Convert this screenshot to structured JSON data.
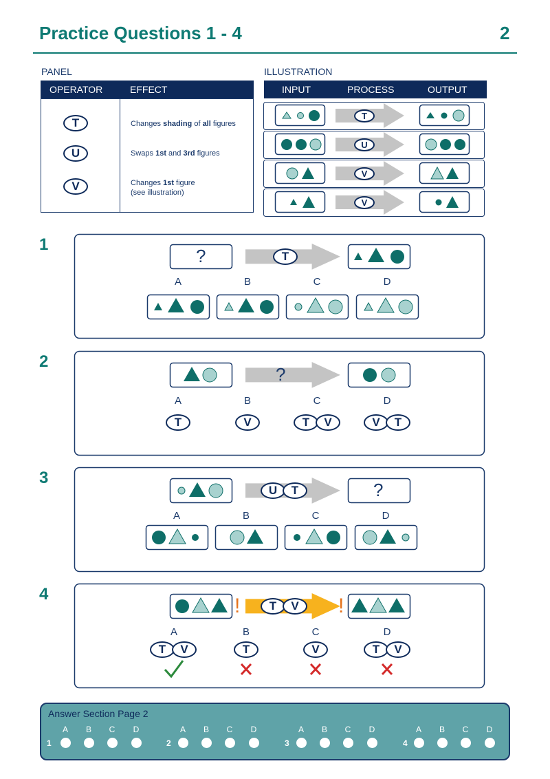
{
  "header": {
    "title": "Practice Questions 1 - 4",
    "page": "2"
  },
  "panel": {
    "label": "PANEL",
    "col_operator": "OPERATOR",
    "col_effect": "EFFECT",
    "rows": [
      {
        "op": "T",
        "effect_parts": [
          "Changes ",
          "shading",
          " of ",
          "all",
          " figures"
        ]
      },
      {
        "op": "U",
        "effect_parts": [
          "Swaps ",
          "1st",
          " and ",
          "3rd",
          " figures"
        ]
      },
      {
        "op": "V",
        "effect_parts": [
          "Changes ",
          "1st",
          " figure"
        ],
        "effect_note": "(see illustration)"
      }
    ]
  },
  "illustration": {
    "label": "ILLUSTRATION",
    "col_input": "INPUT",
    "col_process": "PROCESS",
    "col_output": "OUTPUT",
    "rows": [
      {
        "op": "T",
        "input": "small light triangle, small light circle, large dark circle",
        "output": "small dark triangle, small dark circle, large light circle"
      },
      {
        "op": "U",
        "input": "dark circle, dark circle, light circle",
        "output": "light circle, dark circle, dark circle"
      },
      {
        "op": "V",
        "input": "light circle, dark triangle",
        "output": "light triangle, dark triangle"
      },
      {
        "op": "V",
        "input": "small dark triangle, dark triangle",
        "output": "small dark circle, dark triangle"
      }
    ]
  },
  "questions": [
    {
      "number": "1",
      "input_text": "?",
      "process_ops": [
        "T"
      ],
      "output_text": "",
      "options": [
        "A",
        "B",
        "C",
        "D"
      ]
    },
    {
      "number": "2",
      "input_text": "",
      "process_text": "?",
      "output_text": "",
      "options": [
        "A",
        "B",
        "C",
        "D"
      ],
      "op_options": [
        [
          "T"
        ],
        [
          "V"
        ],
        [
          "T",
          "V"
        ],
        [
          "V",
          "T"
        ]
      ]
    },
    {
      "number": "3",
      "input_text": "",
      "process_ops": [
        "U",
        "T"
      ],
      "output_text": "?",
      "options": [
        "A",
        "B",
        "C",
        "D"
      ]
    },
    {
      "number": "4",
      "process_ops": [
        "T",
        "V"
      ],
      "warning": "!",
      "options": [
        "A",
        "B",
        "C",
        "D"
      ],
      "op_options": [
        [
          "T",
          "V"
        ],
        [
          "T"
        ],
        [
          "V"
        ],
        [
          "T",
          "V"
        ]
      ],
      "marks": [
        "correct",
        "wrong",
        "wrong",
        "wrong"
      ]
    }
  ],
  "answer_section": {
    "title": "Answer Section Page 2",
    "letters": [
      "A",
      "B",
      "C",
      "D"
    ],
    "numbers": [
      "1",
      "2",
      "3",
      "4"
    ]
  },
  "colors": {
    "teal_dark": "#0e6e68",
    "teal_light": "#a8d2cf",
    "navy": "#0e2a5a",
    "accent_title": "#0e7a73",
    "arrow_grey": "#c4c4c4",
    "arrow_orange": "#f7b21e",
    "warning": "#e5731c",
    "check": "#2c8a3c",
    "cross": "#d42a2a"
  }
}
